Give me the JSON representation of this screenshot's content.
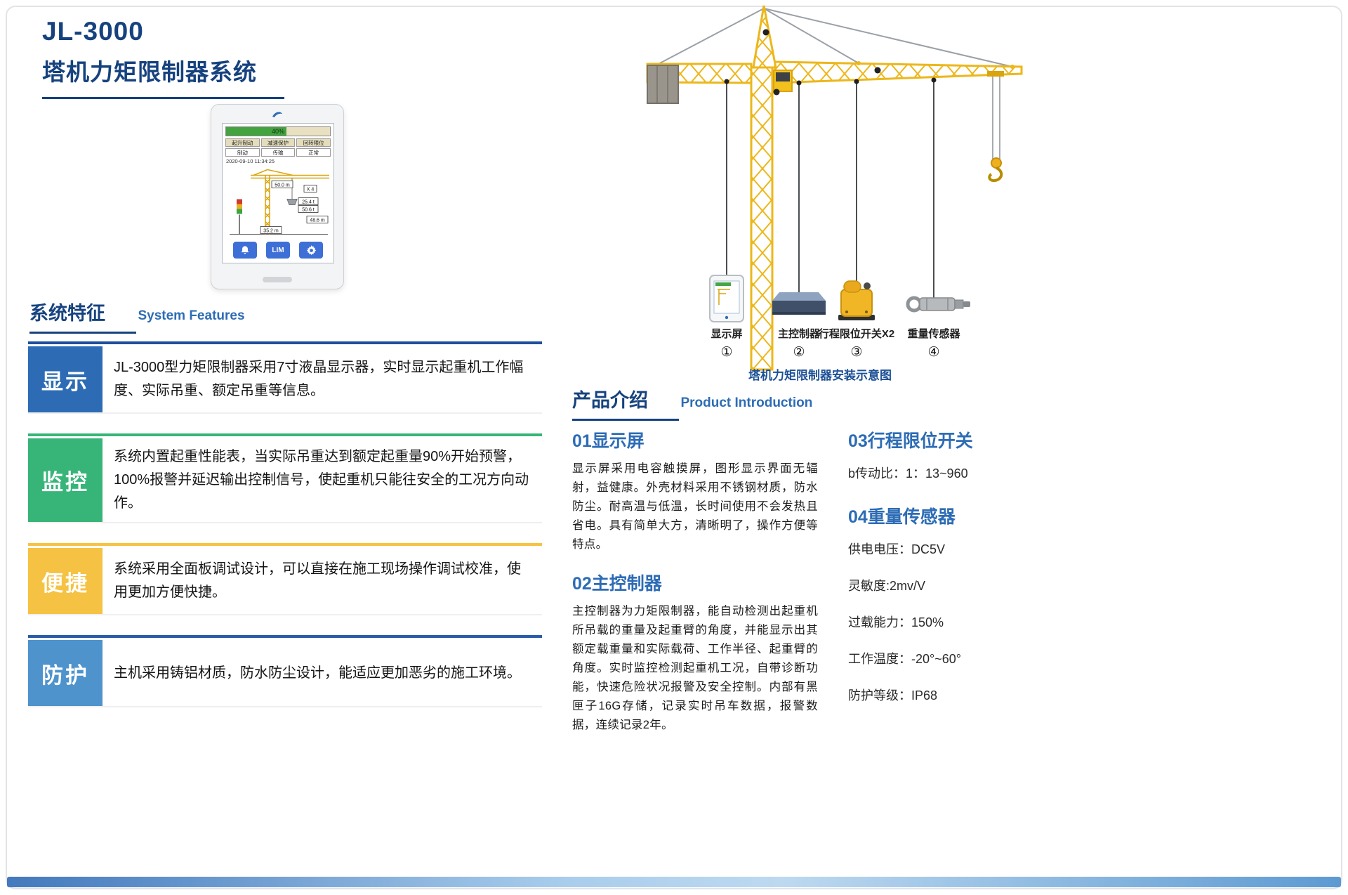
{
  "colors": {
    "navy": "#16427e",
    "blue": "#2d6cb5",
    "crane_yellow": "#ecb71b",
    "bar_gradient_left": "#4379bd",
    "bar_gradient_right": "#5d9ad2"
  },
  "header": {
    "model": "JL-3000",
    "title": "塔机力矩限制器系统"
  },
  "device": {
    "progress_label": "40%",
    "status_headers": [
      "起升制动",
      "减速保护",
      "回转限位"
    ],
    "status_values": [
      "制动",
      "传输",
      "正常"
    ],
    "timestamp": "2020-09-10 11:34:25",
    "dims": {
      "radius_top": "50.0 m",
      "multiplier": "X 4",
      "actual_load": "25.4 t",
      "rated_load": "50.6 t",
      "height": "48.6 m",
      "radius_bottom": "35.2 m"
    },
    "lim_label": "LIM"
  },
  "system_features": {
    "heading": "系统特征",
    "heading_en": "System Features",
    "items": [
      {
        "label": "显示",
        "color": "#2d6cb5",
        "line_color": "#1d4f9e",
        "text": "JL-3000型力矩限制器采用7寸液晶显示器，实时显示起重机工作幅度、实际吊重、额定吊重等信息。"
      },
      {
        "label": "监控",
        "color": "#37b578",
        "line_color": "#37b578",
        "text": "系统内置起重性能表，当实际吊重达到额定起重量90%开始预警，100%报警并延迟输出控制信号，使起重机只能往安全的工况方向动作。"
      },
      {
        "label": "便捷",
        "color": "#f6c243",
        "line_color": "#f6c243",
        "text": "系统采用全面板调试设计，可以直接在施工现场操作调试校准，使用更加方便快捷。"
      },
      {
        "label": "防护",
        "color": "#4e93cc",
        "line_color": "#2a5ca8",
        "text": "主机采用铸铝材质，防水防尘设计，能适应更加恶劣的施工环境。"
      }
    ]
  },
  "diagram": {
    "caption": "塔机力矩限制器安装示意图",
    "components": [
      {
        "name": "显示屏",
        "number": "①"
      },
      {
        "name": "主控制器",
        "number": "②"
      },
      {
        "name": "行程限位开关X2",
        "number": "③"
      },
      {
        "name": "重量传感器",
        "number": "④"
      }
    ]
  },
  "product_intro": {
    "heading": "产品介绍",
    "heading_en": "Product Introduction",
    "sections": [
      {
        "title": "01显示屏",
        "body": "显示屏采用电容触摸屏，图形显示界面无辐射，益健康。外壳材料采用不锈钢材质，防水防尘。耐高温与低温，长时间使用不会发热且省电。具有简单大方，清晰明了，操作方便等特点。"
      },
      {
        "title": "02主控制器",
        "body": "主控制器为力矩限制器，能自动检测出起重机所吊载的重量及起重臂的角度，并能显示出其额定载重量和实际载荷、工作半径、起重臂的角度。实时监控检测起重机工况，自带诊断功能，快速危险状况报警及安全控制。内部有黑匣子16G存储，记录实时吊车数据，报警数据，连续记录2年。"
      },
      {
        "title": "03行程限位开关",
        "specs": [
          "b传动比：1：13~960"
        ]
      },
      {
        "title": "04重量传感器",
        "specs": [
          "供电电压：DC5V",
          "灵敏度:2mv/V",
          "过载能力：150%",
          "工作温度：-20°~60°",
          "防护等级：IP68"
        ]
      }
    ]
  }
}
